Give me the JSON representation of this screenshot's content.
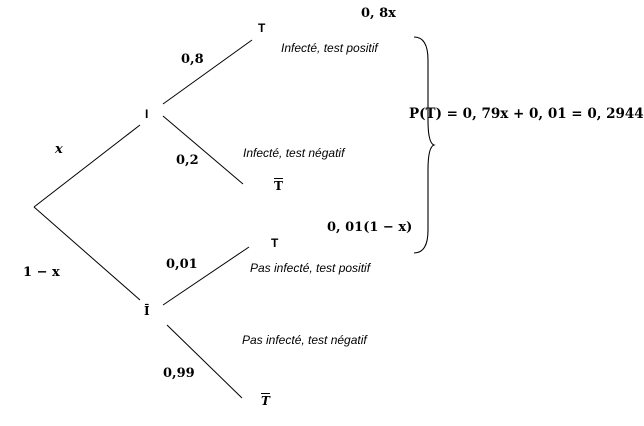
{
  "nodes": {
    "infected": "I",
    "not_infected": "Ī",
    "test_pos_1": "T",
    "test_neg_1": "T",
    "test_pos_2": "T",
    "test_neg_2": "T"
  },
  "branches": {
    "root_to_infected": "x",
    "root_to_not_infected": "1 − x",
    "infected_to_pos": "0,8",
    "infected_to_neg": "0,2",
    "not_infected_to_pos": "0,01",
    "not_infected_to_neg": "0,99"
  },
  "outcomes": {
    "infected_positive": "Infecté, test positif",
    "infected_negative": "Infecté, test négatif",
    "not_infected_positive": "Pas infecté, test positif",
    "not_infected_negative": "Pas infecté, test négatif"
  },
  "path_probabilities": {
    "infected_positive": "0, 8x",
    "not_infected_positive": "0, 01(1 − x)"
  },
  "result": "P(T) = 0, 79x + 0, 01 = 0, 2944"
}
